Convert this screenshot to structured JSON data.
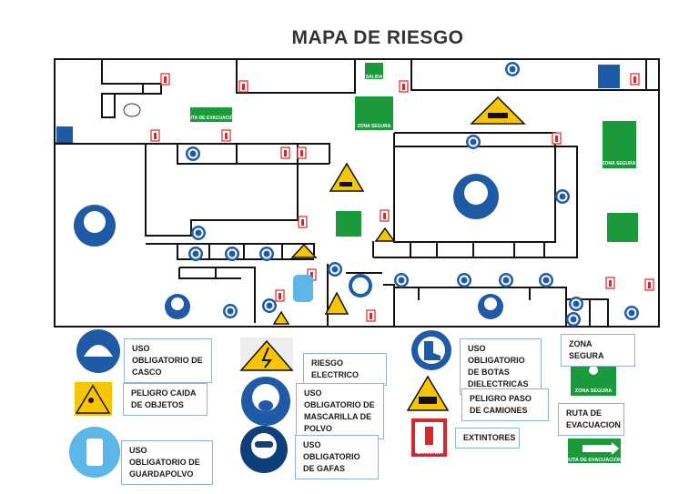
{
  "title": "MAPA DE RIESGO",
  "colors": {
    "mandatory_blue": "#1f5aa6",
    "warning_yellow": "#f7c600",
    "safe_green": "#1b9a3c",
    "fire_red": "#d9262b",
    "wall": "#111111",
    "legend_border": "#8fb4d8"
  },
  "plan_signs": {
    "salida": "SALIDA",
    "zona_segura": "ZONA SEGURA",
    "ruta_evacuacion": "RUTA DE EVACUACIÓN",
    "riesgos": "RIESGOS",
    "extintor": "EXTINTOR"
  },
  "legend": {
    "casco": "USO OBLIGATORIO DE CASCO",
    "caida_objetos": "PELIGRO CAIDA DE OBJETOS",
    "guardapolvo": "USO OBLIGATORIO DE GUARDAPOLVO",
    "riesgo_electrico": "RIESGO ELECTRICO",
    "mascarilla": "USO OBLIGATORIO DE MASCARILLA DE POLVO",
    "gafas": "USO OBLIGATORIO DE GAFAS",
    "botas": "USO OBLIGATORIO DE BOTAS DIELECTRICAS",
    "camiones": "PELIGRO PASO DE CAMIONES",
    "extintores": "EXTINTORES",
    "zona_segura": "ZONA SEGURA",
    "ruta": "RUTA DE EVACUACION"
  }
}
